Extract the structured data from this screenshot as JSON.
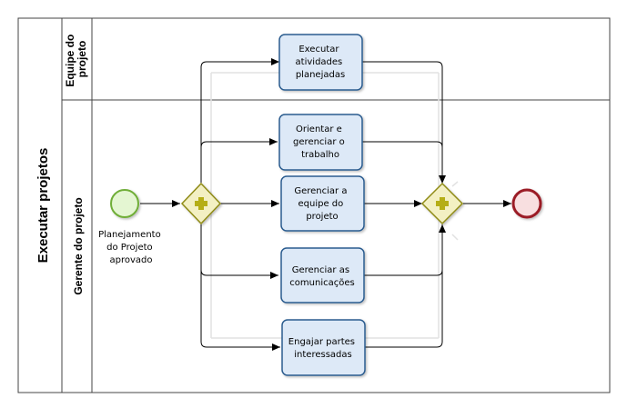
{
  "pool": {
    "title": "Executar projetos"
  },
  "lanes": [
    {
      "id": "equipe",
      "label_lines": [
        "Equipe do",
        "projeto"
      ]
    },
    {
      "id": "gerente",
      "label_lines": [
        "Gerente do projeto"
      ]
    }
  ],
  "start_event": {
    "label_lines": [
      "Planejamento",
      "do Projeto",
      "aprovado"
    ]
  },
  "gateways": [
    {
      "id": "split",
      "type": "parallel"
    },
    {
      "id": "join",
      "type": "parallel"
    }
  ],
  "tasks": [
    {
      "id": "t1",
      "lines": [
        "Executar",
        "atividades",
        "planejadas"
      ]
    },
    {
      "id": "t2",
      "lines": [
        "Orientar e",
        "gerenciar o",
        "trabalho"
      ]
    },
    {
      "id": "t3",
      "lines": [
        "Gerenciar a",
        "equipe do",
        "projeto"
      ]
    },
    {
      "id": "t4",
      "lines": [
        "Gerenciar as",
        "comunicações"
      ]
    },
    {
      "id": "t5",
      "lines": [
        "Engajar partes",
        "interessadas"
      ]
    }
  ],
  "colors": {
    "task_fill": "#dde9f7",
    "task_stroke": "#2c5c8f",
    "start_fill": "#e4f6d2",
    "start_stroke": "#6fae38",
    "end_fill": "#f8dfe0",
    "end_stroke": "#9b1c25",
    "gateway_fill": "#f3f0c3",
    "gateway_stroke": "#8f8b17",
    "gateway_plus": "#b5ae15"
  }
}
